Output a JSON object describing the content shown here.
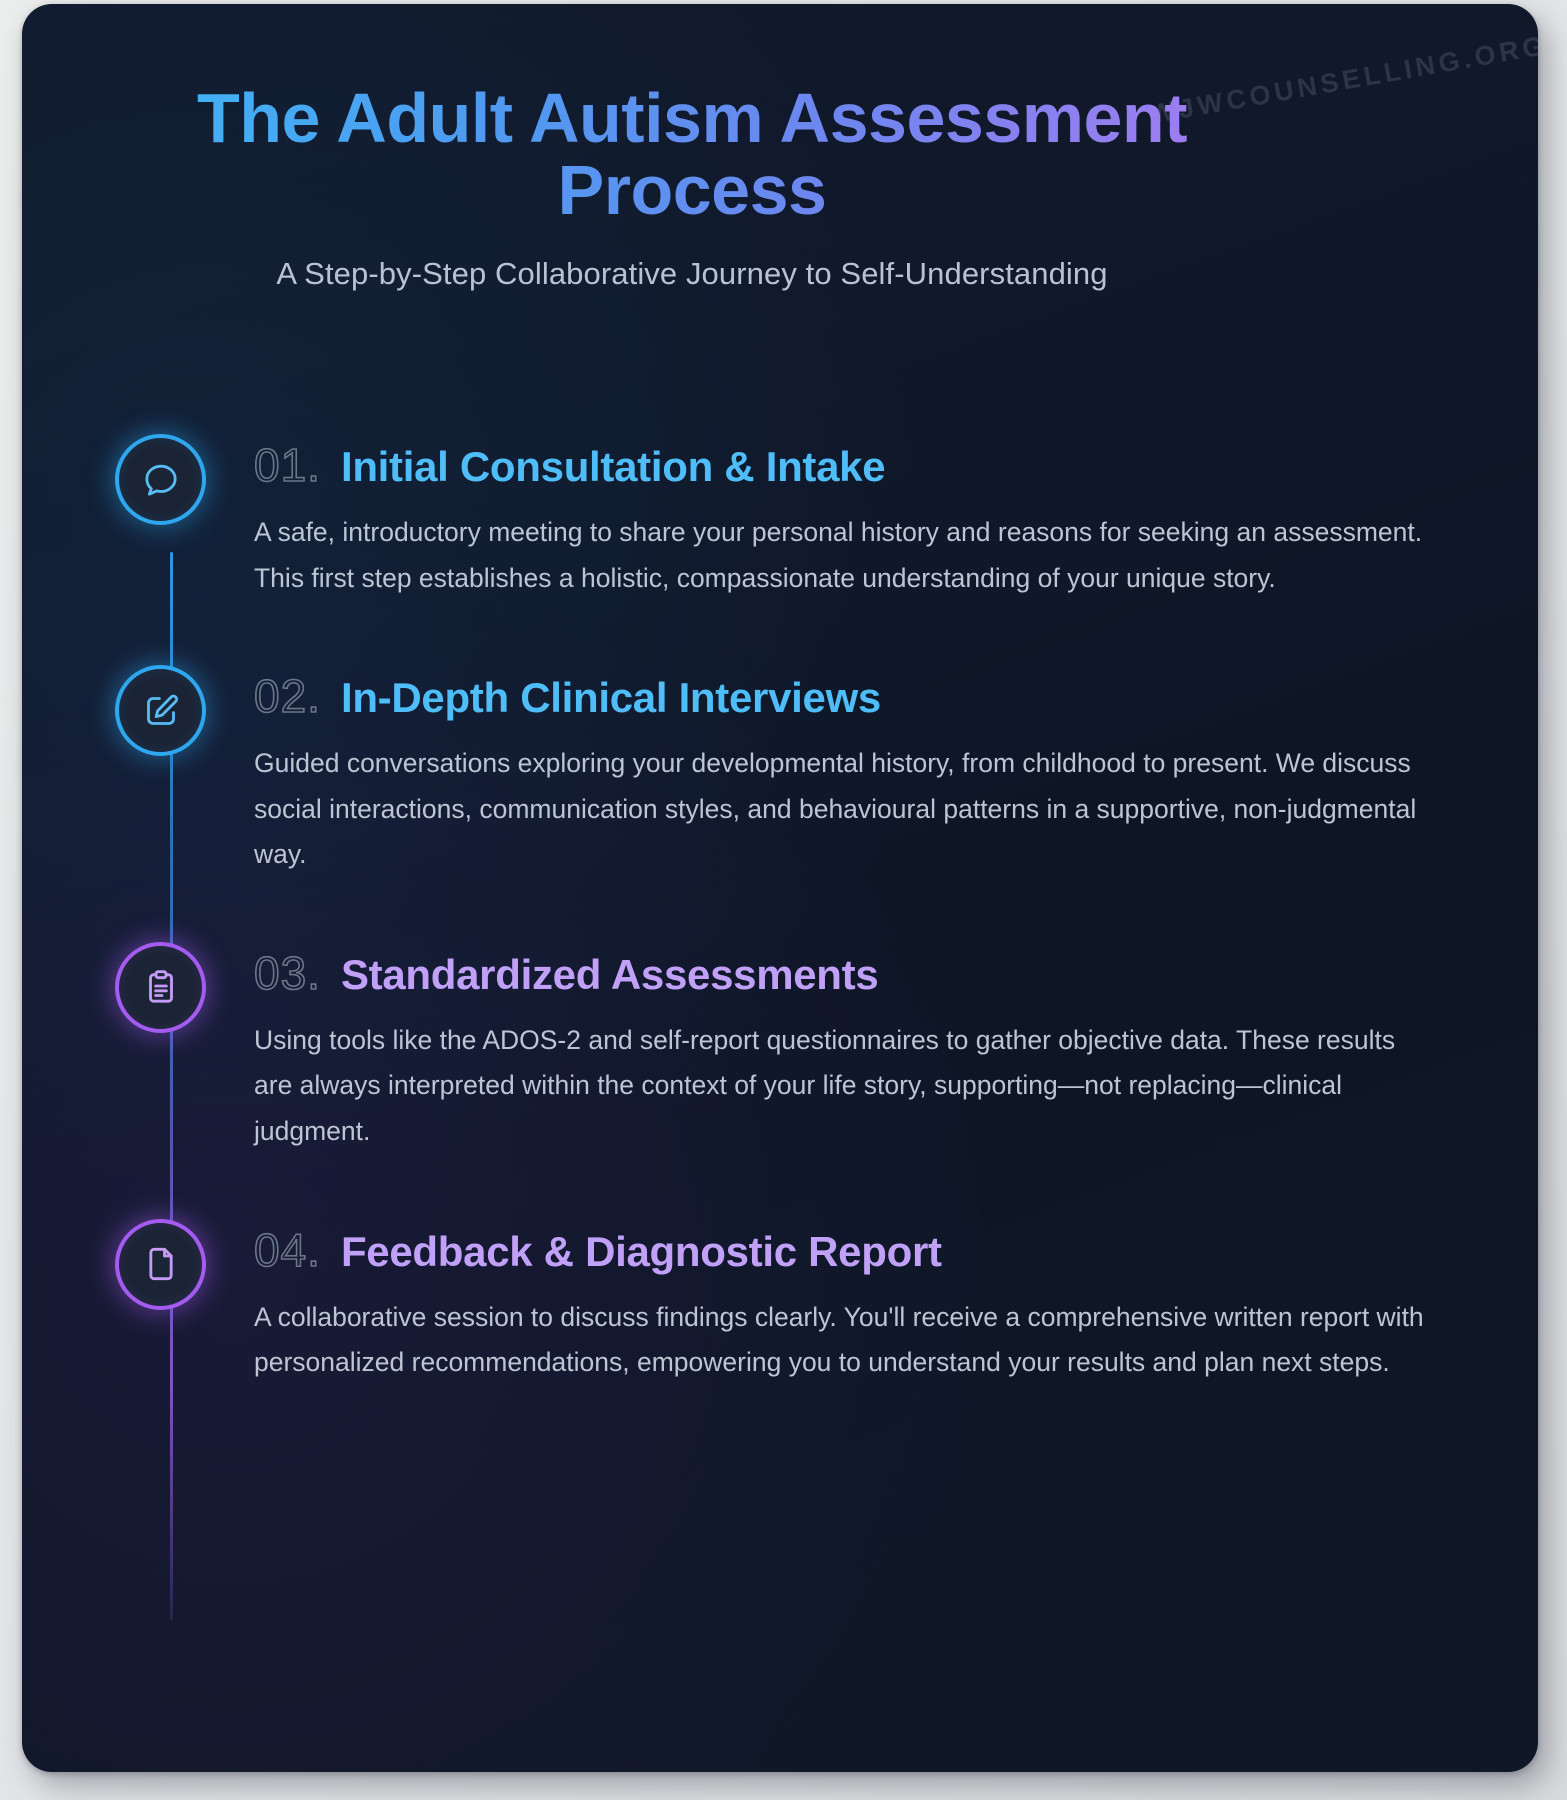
{
  "watermark": {
    "text": "WJWCOUNSELLING.ORG"
  },
  "header": {
    "title": "The Adult Autism Assessment Process",
    "subtitle": "A Step-by-Step Collaborative Journey to Self-Understanding"
  },
  "colors": {
    "card_background": "#101828",
    "page_background": "#e9eaec",
    "accent_blue": "#2ea7ee",
    "accent_purple": "#a35bf0",
    "title_blue": "#4fbdf7",
    "title_purple": "#c0a1f7",
    "body_text": "#bcc5d4",
    "number_outline": "#6b7689"
  },
  "steps": [
    {
      "number": "01.",
      "title": "Initial Consultation & Intake",
      "description": "A safe, introductory meeting to share your personal history and reasons for seeking an assessment. This first step establishes a holistic, compassionate understanding of your unique story.",
      "icon": "chat-bubble-icon",
      "accent": "blue"
    },
    {
      "number": "02.",
      "title": "In-Depth Clinical Interviews",
      "description": "Guided conversations exploring your developmental history, from childhood to present. We discuss social interactions, communication styles, and behavioural patterns in a supportive, non-judgmental way.",
      "icon": "edit-pencil-icon",
      "accent": "blue"
    },
    {
      "number": "03.",
      "title": "Standardized Assessments",
      "description": "Using tools like the ADOS-2 and self-report questionnaires to gather objective data. These results are always interpreted within the context of your life story, supporting—not replacing—clinical judgment.",
      "icon": "clipboard-icon",
      "accent": "purple"
    },
    {
      "number": "04.",
      "title": "Feedback & Diagnostic Report",
      "description": "A collaborative session to discuss findings clearly. You'll receive a comprehensive written report with personalized recommendations, empowering you to understand your results and plan next steps.",
      "icon": "document-icon",
      "accent": "purple"
    }
  ]
}
